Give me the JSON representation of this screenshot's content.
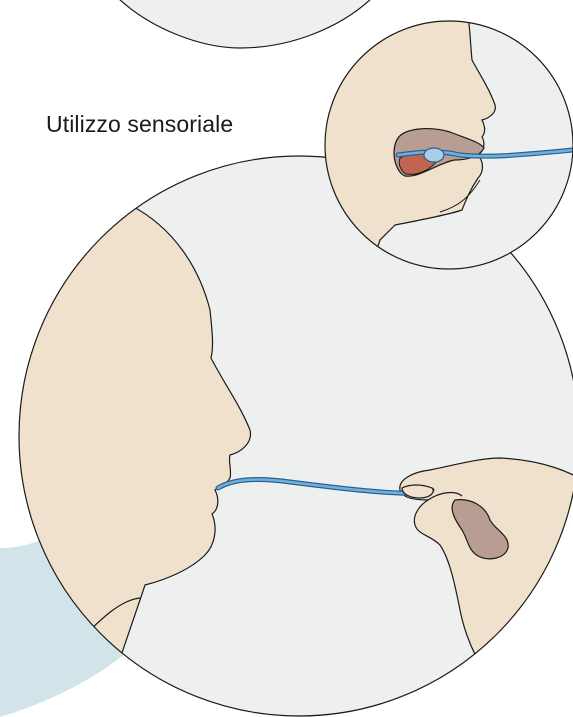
{
  "caption": "Utilizzo sensoriale",
  "colors": {
    "background_circle": "#eef0ef",
    "skin": "#efe1cc",
    "mouth_interior": "#b79d92",
    "tongue": "#c0654f",
    "tube": "#5b9fd1",
    "tube_outline": "#2d5f8c",
    "outline": "#1a1a1a",
    "swoosh": "#d3e3ea"
  },
  "icons": {
    "top_circle": "partial-circle-illustration",
    "detail_circle": "mouth-detail-illustration",
    "main_circle": "person-with-tube-illustration"
  }
}
